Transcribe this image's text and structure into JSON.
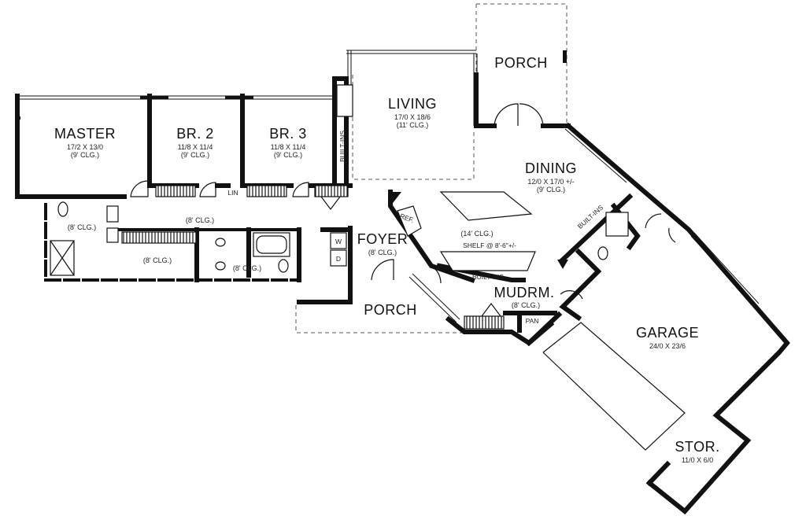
{
  "rooms": {
    "master": {
      "name": "MASTER",
      "size": "17/2 X 13/0",
      "ceiling": "(9' CLG.)"
    },
    "br2": {
      "name": "BR. 2",
      "size": "11/8 X 11/4",
      "ceiling": "(9' CLG.)"
    },
    "br3": {
      "name": "BR. 3",
      "size": "11/8 X 11/4",
      "ceiling": "(9' CLG.)"
    },
    "living": {
      "name": "LIVING",
      "size": "17/0 X 18/6",
      "ceiling": "(11' CLG.)"
    },
    "porch_top": {
      "name": "PORCH"
    },
    "dining": {
      "name": "DINING",
      "size": "12/0 X 17/0 +/-",
      "ceiling": "(9' CLG.)"
    },
    "foyer": {
      "name": "FOYER",
      "ceiling": "(8' CLG.)"
    },
    "porch_front": {
      "name": "PORCH"
    },
    "mudroom": {
      "name": "MUDRM.",
      "ceiling": "(8' CLG.)"
    },
    "garage": {
      "name": "GARAGE",
      "size": "24/0 X 23/6"
    },
    "storage": {
      "name": "STOR.",
      "size": "11/0 X 6/0"
    }
  },
  "notes": {
    "hall_ceiling": "(8' CLG.)",
    "master_bath_ceiling": "(8' CLG.)",
    "closet_ceiling": "(8' CLG.)",
    "bath2_ceiling": "(8' CLG.)",
    "kitchen_ceiling": "(14' CLG.)",
    "shelf": "SHELF @ 8'-6\"+/-",
    "builtins_living": "BUILT-INS",
    "builtins_kitchen": "BUILT-INS",
    "builtins_dining": "BUILT-INS",
    "linen": "LIN",
    "ref": "REF.",
    "pantry": "PAN",
    "washer": "W",
    "dryer": "D"
  }
}
